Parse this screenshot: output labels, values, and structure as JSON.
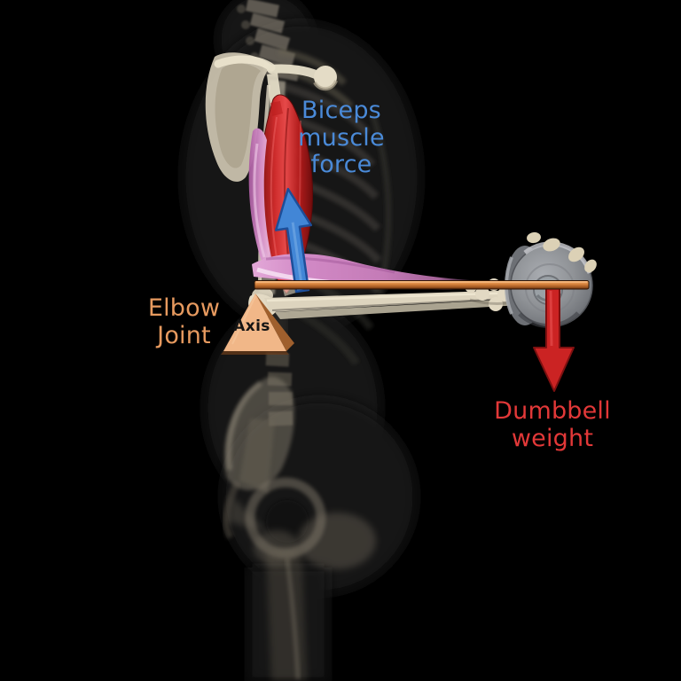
{
  "figure": {
    "background": "#000000",
    "description_visible_text_only": "",
    "labels": {
      "biceps_force": {
        "text": "Biceps\nmuscle\nforce",
        "color": "#4a8ad8"
      },
      "elbow_joint": {
        "text": "Elbow\nJoint",
        "color": "#e79a5f"
      },
      "axis": {
        "text": "Axis",
        "color": "#141414"
      },
      "dumbbell_weight": {
        "text": "Dumbbell\nweight",
        "color": "#e23838"
      }
    },
    "elements": {
      "biceps_force_arrow": {
        "name": "biceps muscle force vector",
        "direction": "up",
        "color": "#4286d6",
        "outline": "#1d4e99"
      },
      "dumbbell_weight_arrow": {
        "name": "dumbbell weight vector",
        "direction": "down",
        "color": "#cb2323",
        "outline": "#7e1010"
      },
      "lever_arm": {
        "name": "forearm lever line",
        "color": "#d9853f"
      },
      "axis_pyramid": {
        "name": "elbow joint axis marker",
        "face_color": "#f1b788",
        "side_color": "#9f5f2d"
      },
      "dumbbell_plate": {
        "name": "dumbbell plate",
        "color": "#8f9296"
      },
      "biceps_muscle": {
        "name": "biceps muscle",
        "color": "#cf2a2a"
      },
      "forearm_muscle": {
        "name": "forearm flexor muscle",
        "color": "#c77cbb"
      },
      "skeleton": {
        "name": "x-ray skeleton",
        "bone_color": "#ddd4be"
      }
    }
  }
}
